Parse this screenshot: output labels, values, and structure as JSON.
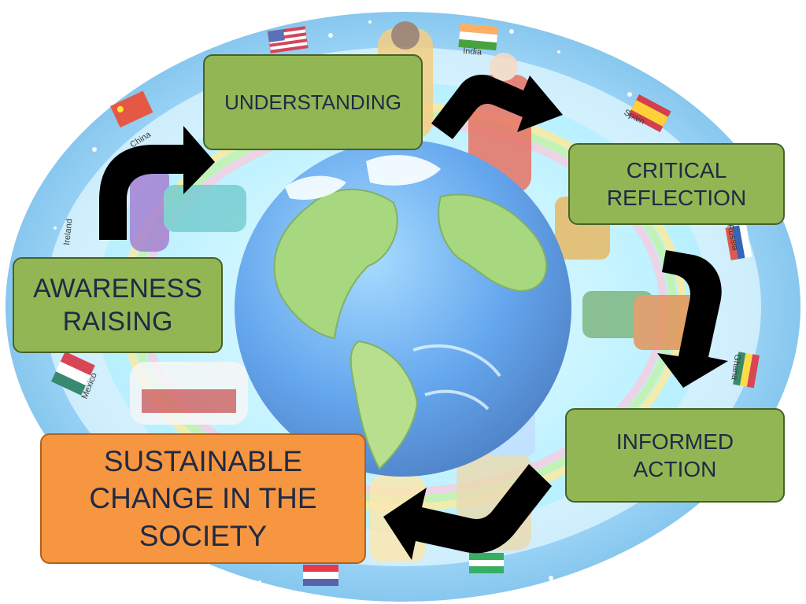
{
  "stages": {
    "understanding": "UNDERSTANDING",
    "critical_reflection": "CRITICAL\nREFLECTION",
    "awareness_raising": "AWARENESS\nRAISING",
    "informed_action": "INFORMED\nACTION",
    "sustainable_change": "SUSTAINABLE\nCHANGE IN THE\nSOCIETY"
  },
  "background_labels": {
    "india": "India",
    "spain": "Spain",
    "china": "China",
    "russia": "Russia",
    "ghana": "Ghana",
    "mexico": "Mexico",
    "ireland": "Ireland"
  },
  "colors": {
    "box_green": "#93b654",
    "box_orange": "#f79640",
    "box_text": "#1f2a44",
    "arrow": "#000000"
  },
  "icons": {
    "globe": "globe-icon",
    "flags": "flag-icons",
    "people": "people-icons"
  }
}
